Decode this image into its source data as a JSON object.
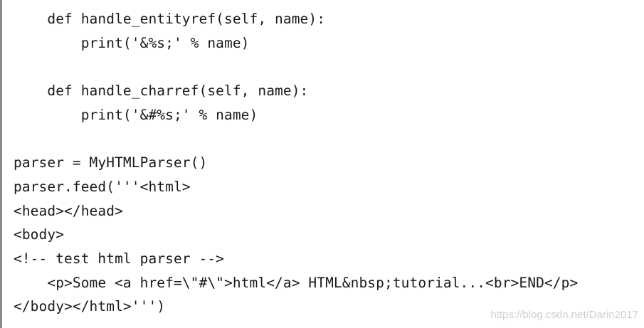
{
  "code": {
    "lines": [
      "    def handle_entityref(self, name):",
      "        print('&%s;' % name)",
      "",
      "    def handle_charref(self, name):",
      "        print('&#%s;' % name)",
      "",
      "parser = MyHTMLParser()",
      "parser.feed('''<html>",
      "<head></head>",
      "<body>",
      "<!-- test html parser -->",
      "    <p>Some <a href=\\\"#\\\">html</a> HTML&nbsp;tutorial...<br>END</p>",
      "</body></html>''')"
    ]
  },
  "watermark": {
    "text": "https://blog.csdn.net/Darin2017"
  },
  "colors": {
    "text": "#1a1a1a",
    "rule": "#8a8a8a",
    "watermark": "#cfcfcf"
  }
}
